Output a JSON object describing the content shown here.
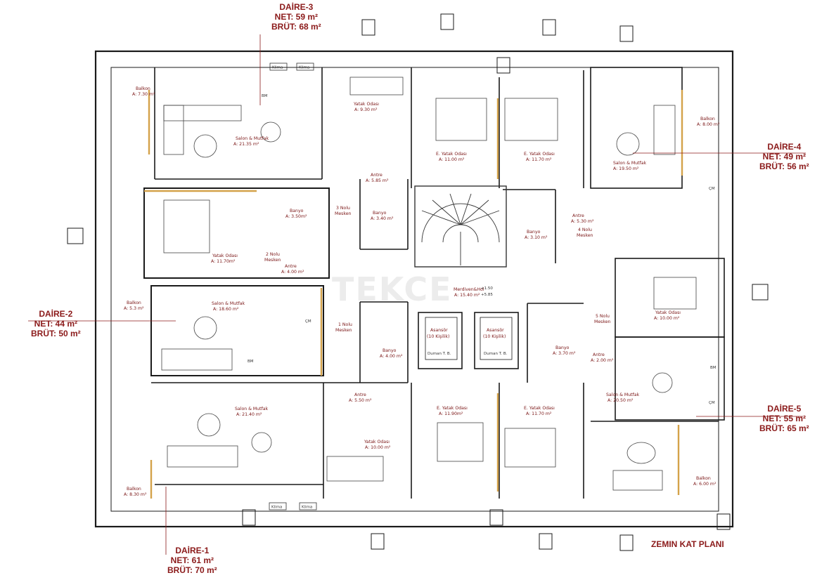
{
  "plan_title": "ZEMIN KAT PLANI",
  "watermark": "TEKCE",
  "units": [
    {
      "id": "d3",
      "name": "DAİRE-3",
      "net": "NET: 59 m²",
      "brut": "BRÜT: 68 m²"
    },
    {
      "id": "d4",
      "name": "DAİRE-4",
      "net": "NET: 49 m²",
      "brut": "BRÜT: 56 m²"
    },
    {
      "id": "d2",
      "name": "DAİRE-2",
      "net": "NET: 44 m²",
      "brut": "BRÜT: 50 m²"
    },
    {
      "id": "d5",
      "name": "DAİRE-5",
      "net": "NET: 55 m²",
      "brut": "BRÜT: 65 m²"
    },
    {
      "id": "d1",
      "name": "DAİRE-1",
      "net": "NET: 61 m²",
      "brut": "BRÜT: 70 m²"
    }
  ],
  "rooms": {
    "d3_balkon": [
      "Balkon",
      "A: 7.30 m²"
    ],
    "d3_salon": [
      "Salon & Mutfak",
      "A: 21.35 m²"
    ],
    "d3_yatak": [
      "Yatak Odası",
      "A: 9.30 m²"
    ],
    "d3_antre": [
      "Antre",
      "A: 5.85 m²"
    ],
    "d3_banyo": [
      "Banyo",
      "A: 3.40 m²"
    ],
    "d3_mesken": [
      "3 Nolu",
      "Mesken"
    ],
    "d3_eyatak": [
      "E. Yatak Odası",
      "A: 11.00 m²"
    ],
    "d4_eyatak": [
      "E. Yatak Odası",
      "A: 11.70 m²"
    ],
    "d4_salon": [
      "Salon & Mutfak",
      "A: 19.50 m²"
    ],
    "d4_balkon": [
      "Balkon",
      "A: 8.00 m²"
    ],
    "d4_antre": [
      "Antre",
      "A: 5.30 m²"
    ],
    "d4_banyo": [
      "Banyo",
      "A: 3.10 m²"
    ],
    "d4_mesken": [
      "4 Nolu",
      "Mesken"
    ],
    "d2_yatak": [
      "Yatak Odası",
      "A: 11.70m²"
    ],
    "d2_banyo": [
      "Banyo",
      "A: 3.50m²"
    ],
    "d2_mesken": [
      "2 Nolu",
      "Mesken"
    ],
    "d2_antre": [
      "Antre",
      "A: 4.00 m²"
    ],
    "d2_balkon": [
      "Balkon",
      "A: 5.3 m²"
    ],
    "d2_salon": [
      "Salon & Mutfak",
      "A: 18.60 m²"
    ],
    "merdiven": [
      "Merdiven&Hol",
      "A: 15.40 m²"
    ],
    "asansor1": [
      "Asansör",
      "(10 Kişilik)"
    ],
    "asansor2": [
      "Asansör",
      "(10 Kişilik)"
    ],
    "d1_mesken": [
      "1 Nolu",
      "Mesken"
    ],
    "d1_banyo": [
      "Banyo",
      "A: 4.00 m²"
    ],
    "d1_antre": [
      "Antre",
      "A: 5.50 m²"
    ],
    "d1_salon": [
      "Salon & Mutfak",
      "A: 21.40 m²"
    ],
    "d1_yatak": [
      "Yatak Odası",
      "A: 10.00 m²"
    ],
    "d1_balkon": [
      "Balkon",
      "A: 8.30 m²"
    ],
    "d1_eyatak": [
      "E. Yatak Odası",
      "A: 11.90m²"
    ],
    "d5_eyatak": [
      "E. Yatak Odası",
      "A: 11.70 m²"
    ],
    "d5_yatak": [
      "Yatak Odası",
      "A: 10.00 m²"
    ],
    "d5_mesken": [
      "5 Nolu",
      "Mesken"
    ],
    "d5_banyo": [
      "Banyo",
      "A: 3.70 m²"
    ],
    "d5_antre": [
      "Antre",
      "A: 2.00 m²"
    ],
    "d5_salon": [
      "Salon & Mutfak",
      "A: 20.50 m²"
    ],
    "d5_balkon": [
      "Balkon",
      "A: 6.00 m²"
    ]
  },
  "small_labels": {
    "klima_top1": "Klima",
    "klima_top2": "Klima",
    "klima_bot1": "Klima",
    "klima_bot2": "Klima",
    "level_hi": "+1.50",
    "level_lo": "+5.85",
    "cm1": "ÇM",
    "cm2": "ÇM",
    "cm3": "ÇM",
    "bm1": "BM",
    "bm2": "BM",
    "bm3": "BM",
    "duman1": "Duman T. B.",
    "duman2": "Duman T. B."
  },
  "colors": {
    "accent": "#8b1a1a",
    "wall": "#1a1a1a",
    "line": "#555555",
    "wood": "#d4a24a"
  }
}
